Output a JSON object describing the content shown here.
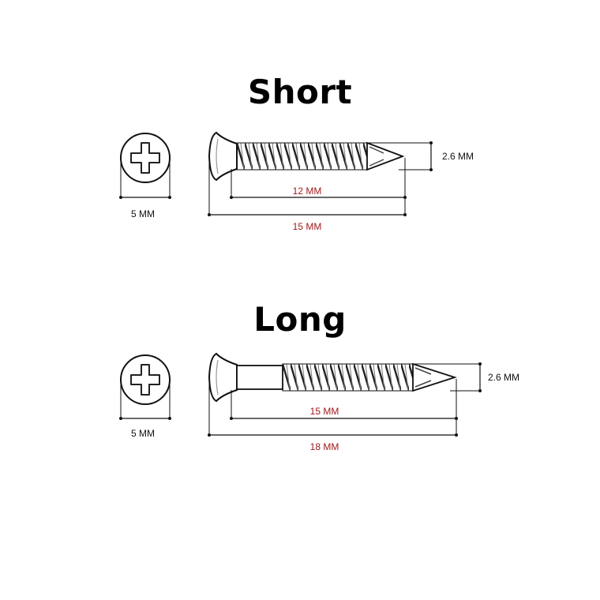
{
  "short": {
    "title": "Short",
    "head_diameter": "5 MM",
    "shank_diameter": "2.6 MM",
    "thread_length": "12 MM",
    "total_length": "15 MM"
  },
  "long": {
    "title": "Long",
    "head_diameter": "5 MM",
    "shank_diameter": "2.6 MM",
    "thread_length": "15 MM",
    "total_length": "18 MM"
  },
  "colors": {
    "label_red": "#a11b1b",
    "line_dark": "#111111"
  }
}
